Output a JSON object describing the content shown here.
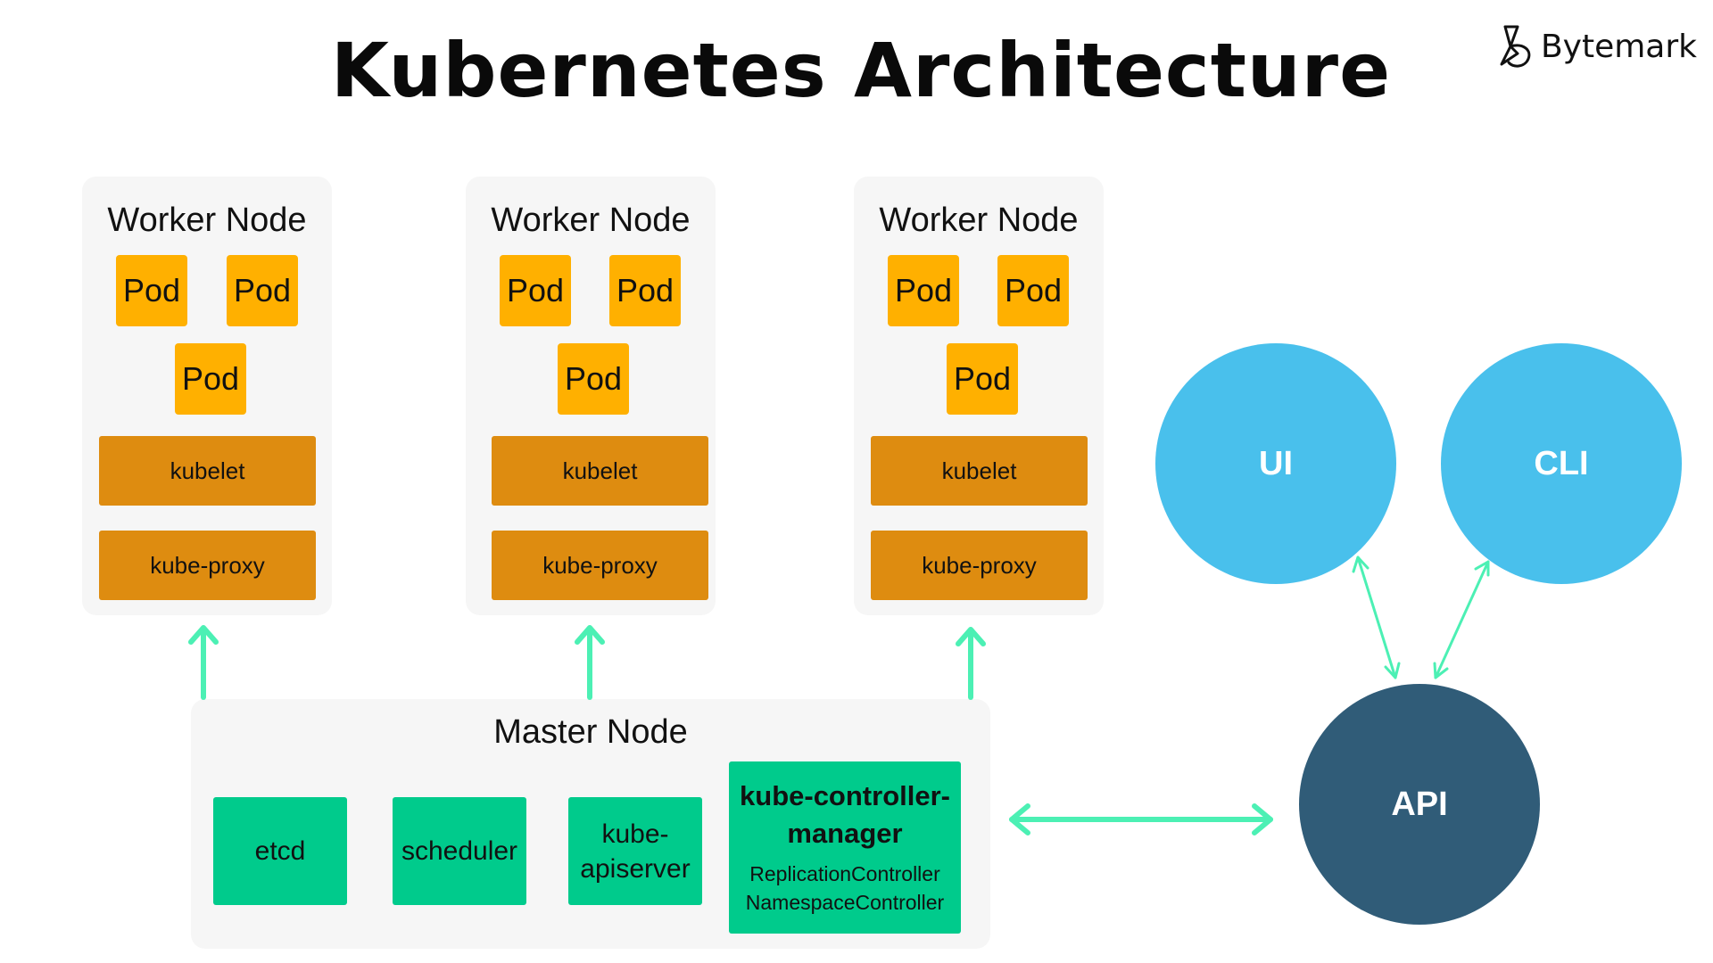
{
  "title": "Kubernetes Architecture",
  "brand": {
    "name": "Bytemark",
    "icon": "bytemark-logo-icon"
  },
  "worker_nodes": [
    {
      "title": "Worker Node",
      "pods": [
        "Pod",
        "Pod",
        "Pod"
      ],
      "kubelet": "kubelet",
      "proxy": "kube-proxy"
    },
    {
      "title": "Worker Node",
      "pods": [
        "Pod",
        "Pod",
        "Pod"
      ],
      "kubelet": "kubelet",
      "proxy": "kube-proxy"
    },
    {
      "title": "Worker Node",
      "pods": [
        "Pod",
        "Pod",
        "Pod"
      ],
      "kubelet": "kubelet",
      "proxy": "kube-proxy"
    }
  ],
  "master_node": {
    "title": "Master Node",
    "etcd": "etcd",
    "scheduler": "scheduler",
    "apiserver_line1": "kube-",
    "apiserver_line2": "apiserver",
    "controller_manager_line1": "kube-controller-",
    "controller_manager_line2": "manager",
    "replication_controller": "ReplicationController",
    "namespace_controller": "NamespaceController"
  },
  "clients": {
    "ui": "UI",
    "cli": "CLI",
    "api": "API"
  },
  "colors": {
    "pod": "#ffb000",
    "node_component": "#de8c10",
    "master_component": "#00cb8c",
    "client_circle": "#49c0ec",
    "api_circle": "#305c78",
    "arrow": "#4cf0b4",
    "panel": "#f6f6f6"
  }
}
